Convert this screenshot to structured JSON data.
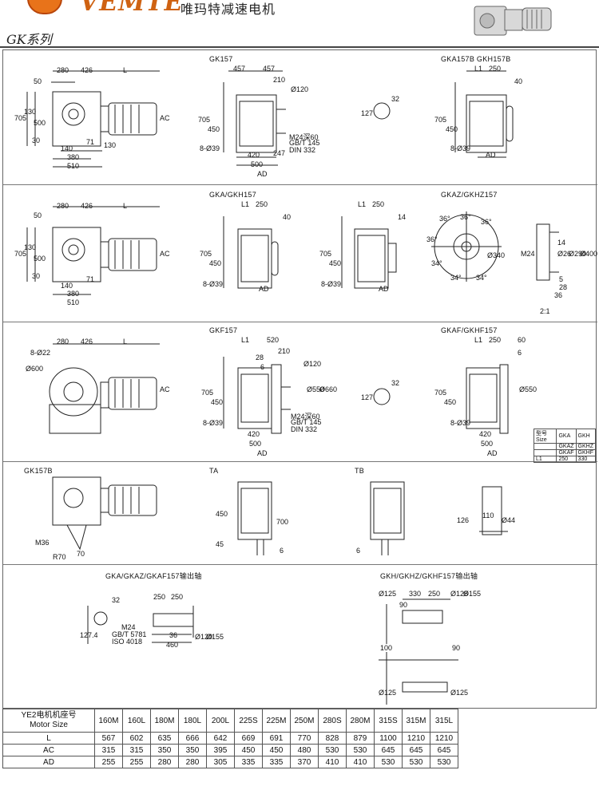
{
  "header": {
    "brand": "VEMTE",
    "brand_cn": "唯玛特减速电机",
    "series": "GK系列"
  },
  "sections": {
    "gk157": "GK157",
    "gka157b": "GKA157B GKH157B",
    "gka_gkh157": "GKA/GKH157",
    "gkaz_gkhz157": "GKAZ/GKHZ157",
    "gkf157": "GKF157",
    "gkaf_gkhf157": "GKAF/GKHF157",
    "gk157b": "GK157B",
    "ta": "TA",
    "tb": "TB",
    "shaft_a": "GKA/GKAZ/GKAF157输出轴",
    "shaft_h": "GKH/GKHZ/GKHF157输出轴"
  },
  "dims": {
    "d280": "280",
    "d426": "426",
    "dL": "L",
    "d50": "50",
    "d705": "705",
    "d130": "130",
    "d500": "500",
    "d30": "30",
    "d140": "140",
    "d380": "380",
    "d510": "510",
    "d71": "71",
    "dAC": "AC",
    "dAD": "AD",
    "d457": "457",
    "d210": "210",
    "d450": "450",
    "d420": "420",
    "d247": "247",
    "d8x39": "8-Ø39",
    "dM24": "M24深60",
    "dGB145": "GB/T 145",
    "dDIN": "DIN 332",
    "d120": "Ø120",
    "d32": "32",
    "d127": "127",
    "dL1": "L1",
    "d250": "250",
    "d40": "40",
    "d14": "14",
    "d36": "36",
    "dO340": "Ø340",
    "dO26": "Ø26",
    "dO290": "Ø290",
    "dO400": "Ø400",
    "d5": "5",
    "d28": "28",
    "d36b": "36",
    "d21": "2:1",
    "dM24b": "M24",
    "d8x22": "8-Ø22",
    "dO600": "Ø600",
    "d520": "520",
    "d6": "6",
    "dO550": "Ø550",
    "dO660": "Ø660",
    "d60": "60",
    "dM36": "M36",
    "dR70": "R70",
    "d70": "70",
    "d45": "45",
    "d700": "700",
    "d110": "110",
    "d126": "126",
    "dO44": "Ø44",
    "d1274": "127.4",
    "dGB5781": "GB/T 5781",
    "dISO": "ISO 4018",
    "d460": "460",
    "dO120b": "Ø120",
    "dO155": "Ø155",
    "dO125": "Ø125",
    "d330": "330",
    "d90": "90",
    "d100": "100",
    "d90b": "90",
    "deg36": "36°",
    "deg34": "34°"
  },
  "size_table": {
    "head": [
      "型号 Size",
      "GKA",
      "GKH"
    ],
    "row2": [
      "",
      "GKAZ",
      "GKHZ"
    ],
    "row3": [
      "",
      "GKAF",
      "GKHF"
    ],
    "row4": [
      "L1",
      "250",
      "330"
    ]
  },
  "motor_table": {
    "header_label": "YE2电机机座号\nMotor Size",
    "sizes": [
      "160M",
      "160L",
      "180M",
      "180L",
      "200L",
      "225S",
      "225M",
      "250M",
      "280S",
      "280M",
      "315S",
      "315M",
      "315L"
    ],
    "rows": [
      {
        "label": "L",
        "values": [
          "567",
          "602",
          "635",
          "666",
          "642",
          "669",
          "691",
          "770",
          "828",
          "879",
          "1100",
          "1210",
          "1210"
        ]
      },
      {
        "label": "AC",
        "values": [
          "315",
          "315",
          "350",
          "350",
          "395",
          "450",
          "450",
          "480",
          "530",
          "530",
          "645",
          "645",
          "645"
        ]
      },
      {
        "label": "AD",
        "values": [
          "255",
          "255",
          "280",
          "280",
          "305",
          "335",
          "335",
          "370",
          "410",
          "410",
          "530",
          "530",
          "530"
        ]
      }
    ]
  },
  "colors": {
    "brand": "#cf6212",
    "line": "#222222"
  }
}
